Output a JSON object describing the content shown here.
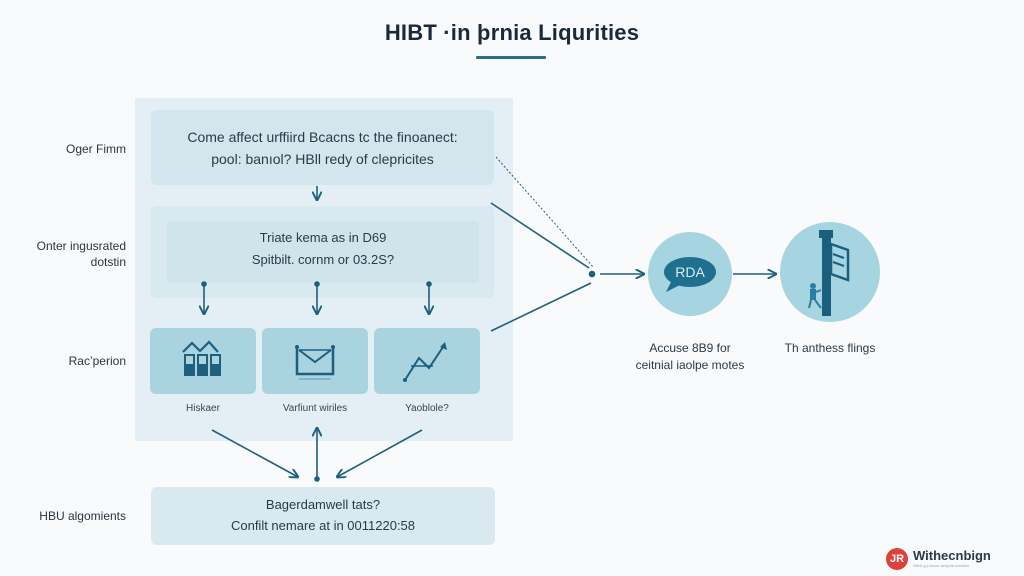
{
  "header": {
    "title": "HIBT ·in þrnia Liqurities"
  },
  "colors": {
    "accent": "#1f5f7e",
    "panel_bg": "#e3eff4",
    "box_bg": "#d3e6ee",
    "tile_bg": "#a9d3df",
    "circle_bg": "#a6d4e0",
    "logo_red": "#e0403a"
  },
  "row_labels": [
    {
      "text": "Oger Fimm"
    },
    {
      "line1": "Onter ingusrated",
      "line2": "dotstin"
    },
    {
      "text": "Rac’perion"
    },
    {
      "text": "HBU algomients"
    }
  ],
  "top_box": {
    "line1": "Come affect urffiird Bcacns tc the finoanect:",
    "line2": "pool: banıol? HBll redy of clepricites"
  },
  "middle_box": {
    "line1": "Triate kema as in D69",
    "line2": "Spitbilt. cornm or 03.2S?"
  },
  "tiles": [
    {
      "icon": "market-buildings-icon",
      "label": "Hiskaer"
    },
    {
      "icon": "envelope-icon",
      "label": "Varfiunt wiriles"
    },
    {
      "icon": "trend-up-icon",
      "label": "Yaoblole?"
    }
  ],
  "bottom_box": {
    "line1": "Bagerdamwell tats?",
    "line2": "Confilt nemare at in 0011220:58"
  },
  "flow": [
    {
      "icon": "speech-bubble-icon",
      "badge_text": "RDA",
      "line1": "Accuse 8B9 for",
      "line2": "ceitnial iaolpe motes"
    },
    {
      "icon": "signpost-person-icon",
      "line1": "Th anthess flings"
    }
  ],
  "logo": {
    "mark": "JR",
    "name": "Withecnbign",
    "tagline": "Sited g:p fuvoe arrtyuie inestion"
  }
}
